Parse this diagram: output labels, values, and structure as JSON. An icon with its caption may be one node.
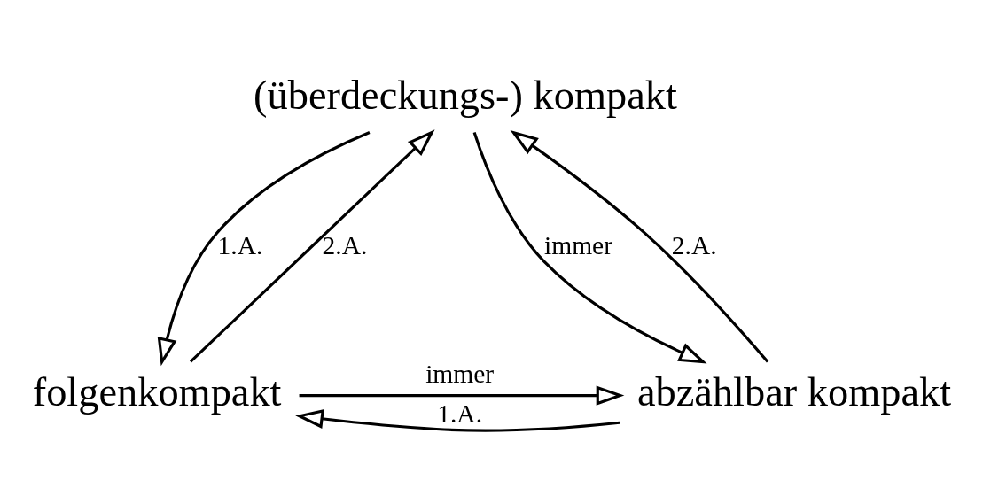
{
  "diagram": {
    "nodes": [
      {
        "text": [
          "(überdeckungs-) kompakt"
        ]
      },
      {
        "text": [
          "folgenkompakt"
        ]
      },
      {
        "text": [
          "abzählbar kompakt"
        ]
      }
    ],
    "edges": [
      {
        "from": 1,
        "to": 0,
        "arrow": "to",
        "label": "2.A."
      },
      {
        "from": 0,
        "to": 1,
        "arrow": "to",
        "label": "1.A."
      },
      {
        "from": 0,
        "to": 2,
        "arrow": "to",
        "label": "immer"
      },
      {
        "from": 2,
        "to": 0,
        "arrow": "to",
        "label": "2.A."
      },
      {
        "from": 1,
        "to": 2,
        "arrow": "to",
        "label": "immer"
      },
      {
        "from": 2,
        "to": 1,
        "arrow": "to",
        "label": "1.A."
      }
    ]
  }
}
